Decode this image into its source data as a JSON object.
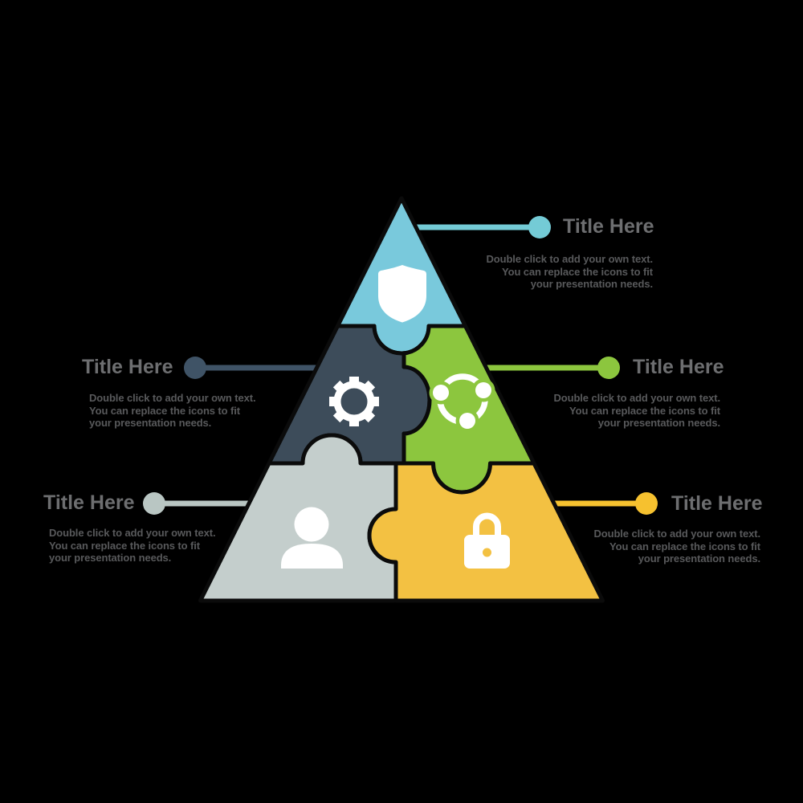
{
  "canvas": {
    "background": "#000000"
  },
  "pyramid": {
    "outline_color": "#0B0B0B",
    "icon_color": "#FFFFFF",
    "pieces": [
      {
        "name": "apex-shield",
        "icon": "shield-icon",
        "fill": "#79C9DC"
      },
      {
        "name": "middle-gear",
        "icon": "gear-icon",
        "fill": "#3D4C5A"
      },
      {
        "name": "middle-network",
        "icon": "network-icon",
        "fill": "#8CC63E"
      },
      {
        "name": "bottom-person",
        "icon": "person-icon",
        "fill": "#C4CECC"
      },
      {
        "name": "bottom-lock",
        "icon": "lock-icon",
        "fill": "#F3C142"
      }
    ]
  },
  "text_colors": {
    "title": "#6D6E70",
    "body": "#58595B"
  },
  "callouts": [
    {
      "position": "top-right",
      "title": "Title Here",
      "accent": "#74CBD6",
      "body": [
        "Double click to add your own text.",
        "You can replace the icons to fit",
        "your presentation needs."
      ]
    },
    {
      "position": "middle-left",
      "title": "Title Here",
      "accent": "#3F5366",
      "body": [
        "Double click to add your own text.",
        "You can replace the icons to fit",
        "your presentation needs."
      ]
    },
    {
      "position": "middle-right",
      "title": "Title Here",
      "accent": "#8CC63E",
      "body": [
        "Double click to add your own text.",
        "You can replace the icons to fit",
        "your presentation needs."
      ]
    },
    {
      "position": "bottom-left",
      "title": "Title Here",
      "accent": "#B9C6C3",
      "body": [
        "Double click to add your own text.",
        "You can replace the icons to fit",
        "your presentation needs."
      ]
    },
    {
      "position": "bottom-right",
      "title": "Title Here",
      "accent": "#F6C12F",
      "body": [
        "Double click to add your own text.",
        "You can replace the icons to fit",
        "your presentation needs."
      ]
    }
  ]
}
